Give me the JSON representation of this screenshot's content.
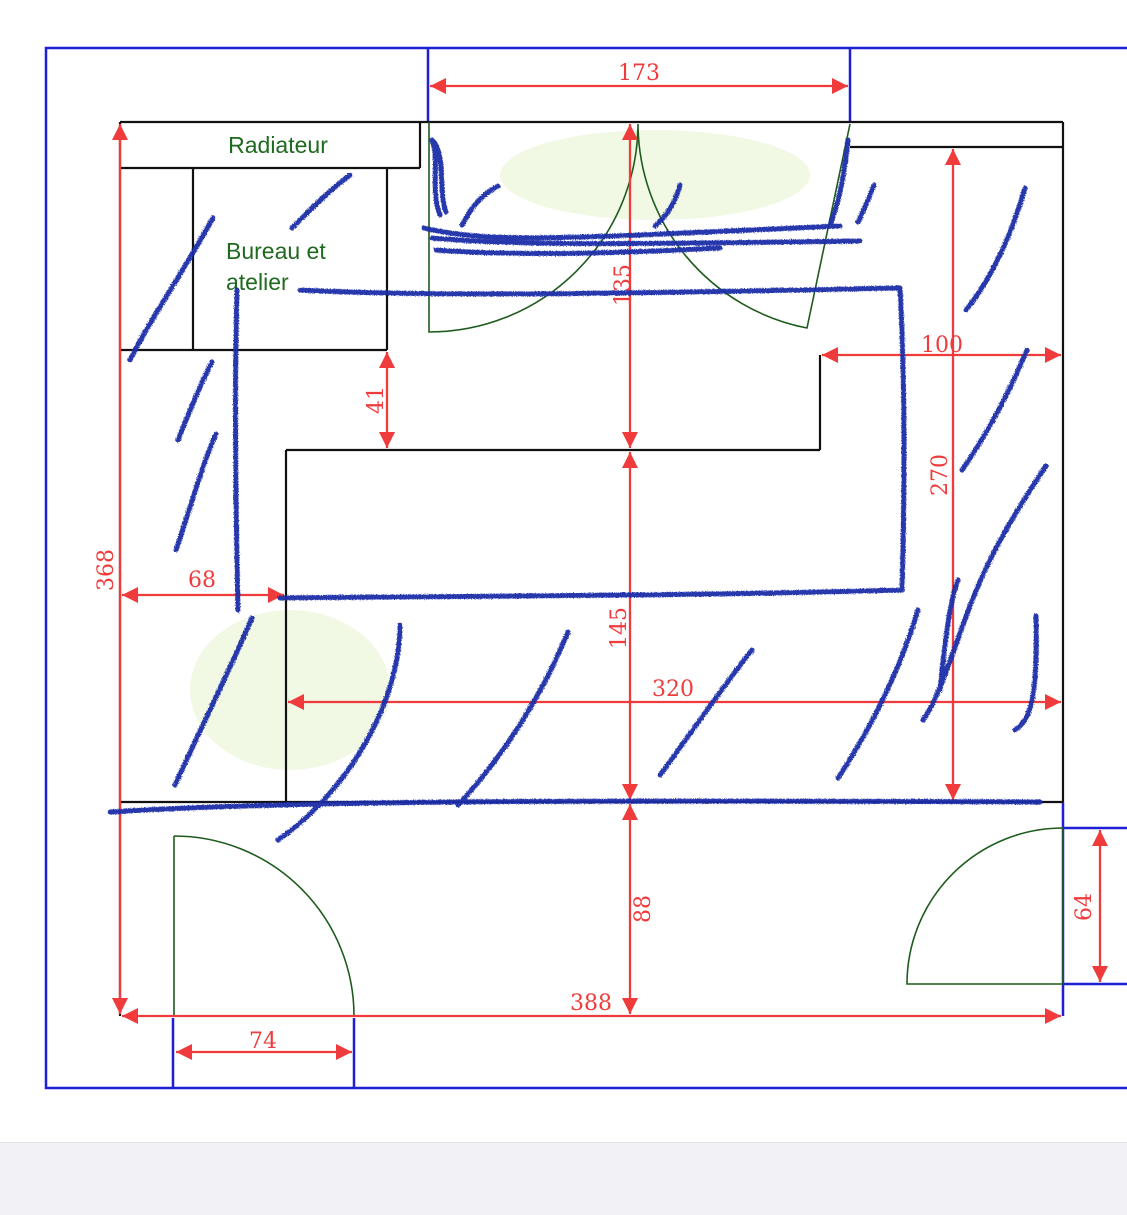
{
  "labels": {
    "radiator": "Radiateur",
    "office_line1": "Bureau et",
    "office_line2": "atelier"
  },
  "dimensions": {
    "top_width": "173",
    "right_upper": "100",
    "left_height": "368",
    "left_gap": "68",
    "upper_gap": "41",
    "center_upper": "135",
    "center_middle": "145",
    "center_lower": "88",
    "right_height": "270",
    "middle_width": "320",
    "bottom_width": "388",
    "door_width": "74",
    "right_door": "64"
  },
  "colors": {
    "frame": "#1f1fd6",
    "walls": "#111111",
    "dimension": "#ef3b3b",
    "door": "#1e5c1e",
    "marker": "#1f2fa8",
    "label": "#1e6a1e"
  }
}
